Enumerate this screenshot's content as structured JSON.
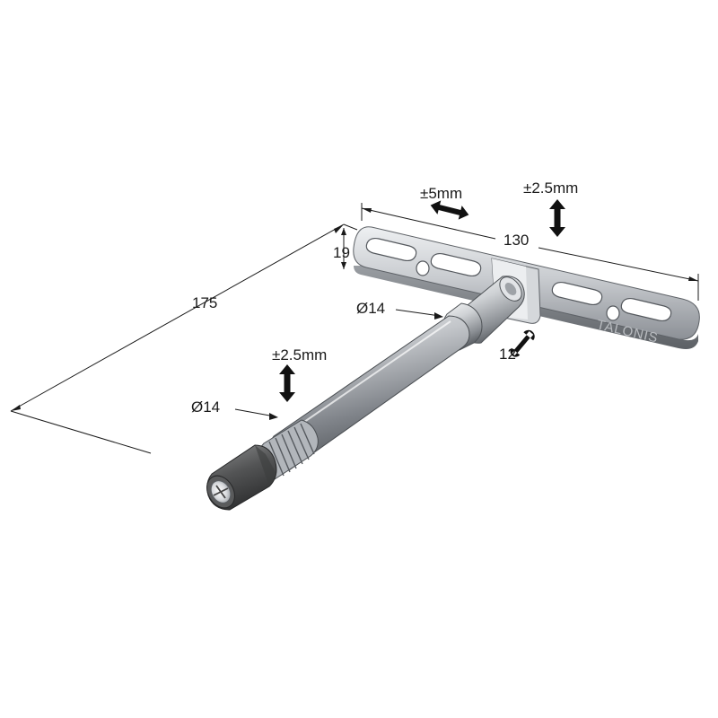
{
  "dimensions": {
    "overall_length": "175",
    "plate_length": "130",
    "plate_height": "19",
    "shaft_diameter_top": "Ø14",
    "shaft_diameter_bottom": "Ø14",
    "wrench_size": "12"
  },
  "adjustments": {
    "horizontal": "±5mm",
    "vertical_plate": "±2.5mm",
    "vertical_rod": "±2.5mm"
  },
  "brand": {
    "watermark": "TALONIS"
  },
  "colors": {
    "metal_light": "#e4e6e8",
    "metal_mid": "#b3b7bc",
    "metal_dark": "#6f7378",
    "knob_dark": "#4a4b4c",
    "line": "#1a1a1a"
  },
  "icons": {
    "horizontal_adjust": "double-arrow-horizontal-icon",
    "vertical_adjust": "double-arrow-vertical-icon",
    "wrench": "wrench-icon",
    "screw_head": "phillips-screw-icon"
  }
}
